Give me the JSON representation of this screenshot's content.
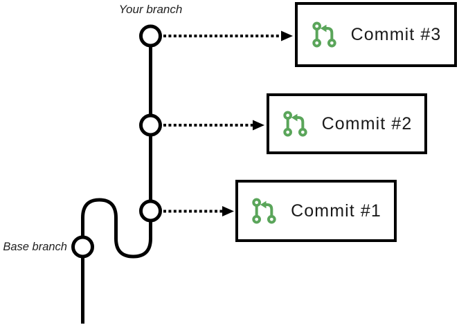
{
  "labels": {
    "your_branch": "Your branch",
    "base_branch": "Base branch"
  },
  "commits": [
    {
      "label": "Commit #3",
      "icon": "git-pull-request"
    },
    {
      "label": "Commit #2",
      "icon": "git-pull-request"
    },
    {
      "label": "Commit #1",
      "icon": "git-pull-request"
    }
  ],
  "colors": {
    "line": "#000000",
    "green": "#5aa55a",
    "card_border": "#000000",
    "text": "#1a1a1a",
    "label_text": "#1f1f1f",
    "background": "#ffffff"
  }
}
